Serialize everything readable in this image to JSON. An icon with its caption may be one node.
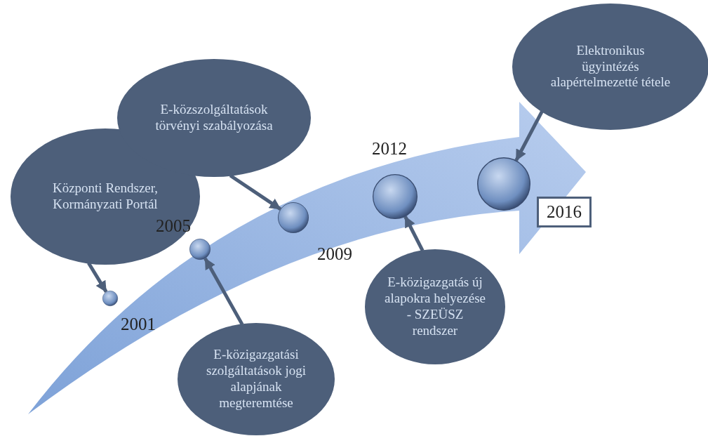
{
  "diagram": {
    "nodes": [
      {
        "text": [
          "Központi Rendszer, Kormányzati Portál"
        ]
      },
      {
        "text": [],
        "shape": "circle",
        "beside": [
          "2001"
        ]
      },
      {
        "text": [],
        "shape": "circle",
        "beside": [
          "2005"
        ]
      },
      {
        "text": [
          "E-közigazgatási szolgáltatások jogi alapjának megteremtése"
        ]
      },
      {
        "text": [
          "E-közszolgáltatások törvényi szabályozása"
        ]
      },
      {
        "text": [],
        "shape": "circle",
        "beside": [
          "2009"
        ]
      },
      {
        "text": [],
        "shape": "circle",
        "beside": [
          "2012"
        ]
      },
      {
        "text": [
          "E-közigazgatás új alapokra helyezése - SZEÜSZ rendszer"
        ]
      },
      {
        "text": [
          "Elektronikus ügyintézés alapértelmezetté tétele"
        ]
      },
      {
        "text": [],
        "shape": "circle"
      },
      {
        "text": [
          "2016"
        ]
      }
    ],
    "edges": [
      {
        "from": 0,
        "to": 1,
        "arrow": "to"
      },
      {
        "from": 3,
        "to": 2,
        "arrow": "to"
      },
      {
        "from": 4,
        "to": 5,
        "arrow": "to"
      },
      {
        "from": 7,
        "to": 6,
        "arrow": "to"
      },
      {
        "from": 8,
        "to": 9,
        "arrow": "to"
      }
    ]
  }
}
